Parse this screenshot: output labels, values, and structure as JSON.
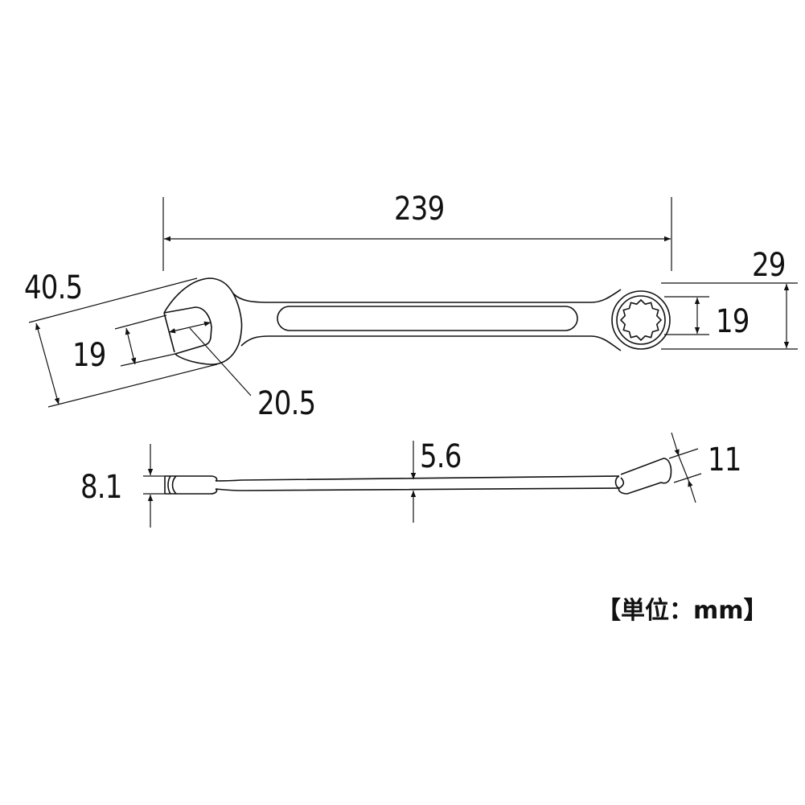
{
  "top_view": {
    "overall_length": "239",
    "open_head_width": "40.5",
    "open_jaw_size": "19",
    "open_jaw_depth": "20.5",
    "ring_head_width": "29",
    "ring_size": "19"
  },
  "side_view": {
    "open_head_thickness": "8.1",
    "shank_thickness": "5.6",
    "ring_head_thickness": "11"
  },
  "unit_label": "【単位：mm】",
  "colors": {
    "line": "#111111",
    "background": "#ffffff"
  }
}
